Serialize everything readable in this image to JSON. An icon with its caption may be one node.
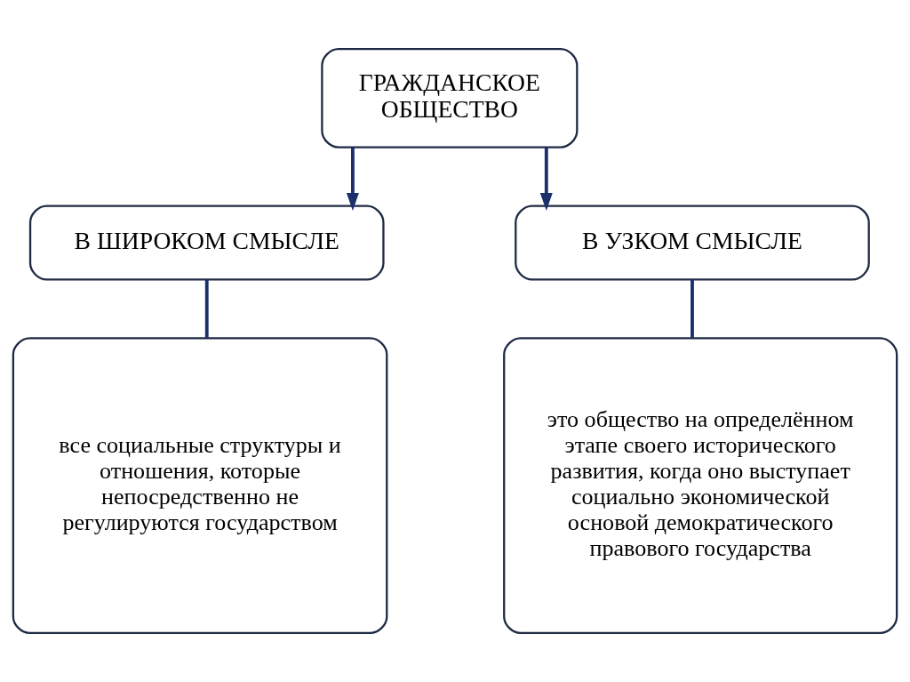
{
  "diagram": {
    "nodes": [
      {
        "text": [
          "ГРАЖДАНСКОЕ ОБЩЕСТВО"
        ]
      },
      {
        "text": [
          "В ШИРОКОМ СМЫСЛЕ"
        ]
      },
      {
        "text": [
          "В УЗКОМ СМЫСЛЕ"
        ]
      },
      {
        "text": [
          "все социальные структуры и отношения, которые непосредственно не регулируются государством"
        ]
      },
      {
        "text": [
          "это общество на определённом этапе своего исторического развития, когда оно выступает социально экономической основой демократического правового государства"
        ]
      }
    ],
    "edges": [
      {
        "from": 0,
        "to": 1,
        "arrow": "to"
      },
      {
        "from": 0,
        "to": 2,
        "arrow": "to"
      },
      {
        "from": 1,
        "to": 3,
        "arrow": "none"
      },
      {
        "from": 2,
        "to": 4,
        "arrow": "none"
      }
    ]
  }
}
